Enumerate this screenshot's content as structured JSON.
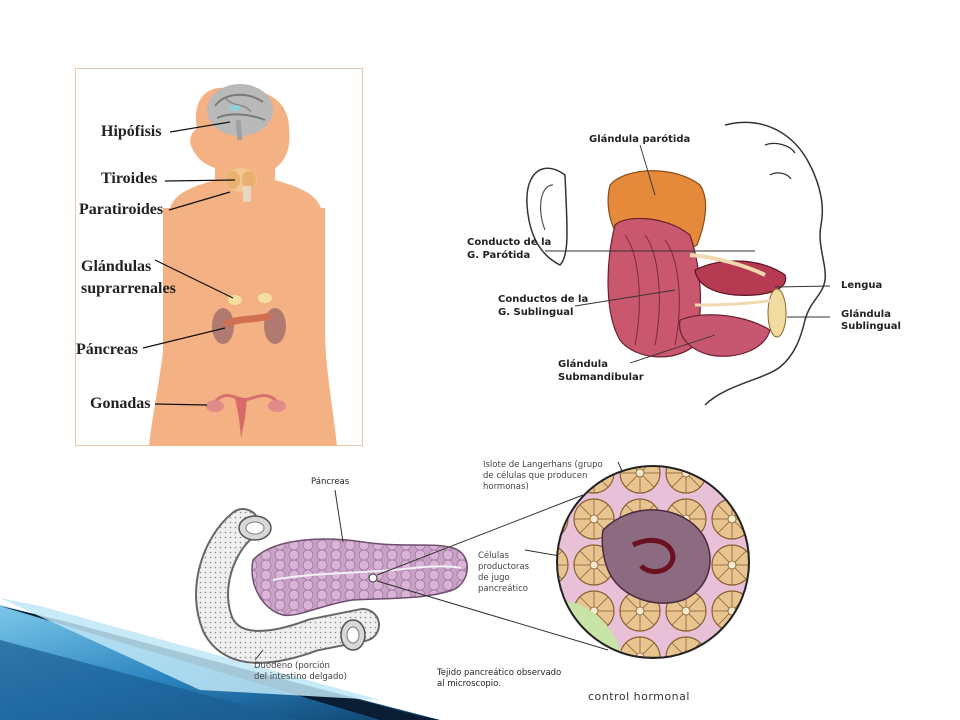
{
  "body_diagram": {
    "labels": [
      "Hipófisis",
      "Tiroides",
      "Paratiroides",
      "Glándulas",
      "suprarrenales",
      "Páncreas",
      "Gonadas"
    ]
  },
  "head_diagram": {
    "labels": [
      "Glándula parótida",
      "Conducto de la",
      "G. Parótida",
      "Conductos de la",
      "G. Sublingual",
      "Glándula",
      "Submandibular",
      "Lengua",
      "Glándula",
      "Sublingual"
    ]
  },
  "pancreas_diagram": {
    "labels": [
      "Páncreas",
      "Islote de Langerhans (grupo",
      "de células que producen",
      "hormonas)",
      "Células",
      "productoras",
      "de jugo",
      "pancreático",
      "Duodeno (porción",
      "del intestino delgado)",
      "Tejido pancreático observado",
      "al microscopio."
    ]
  },
  "caption": "control hormonal",
  "colors": {
    "skin": "#f4b183",
    "accent_dark": "#0b2a4a",
    "accent_blue": "#1f6fa5",
    "accent_light": "#8fd0ee"
  }
}
